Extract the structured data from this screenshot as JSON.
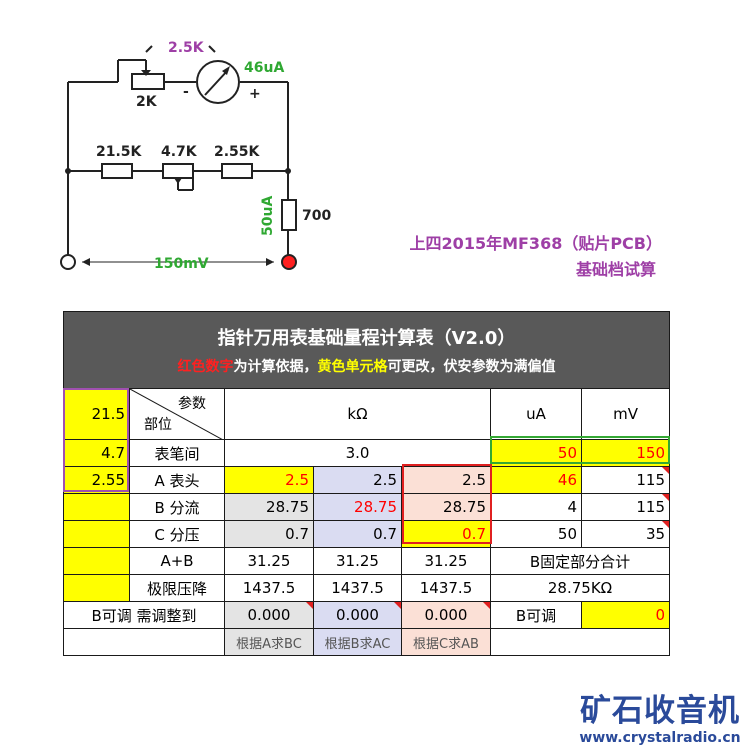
{
  "schematic": {
    "pot_top_label": "2.5K",
    "meter_current": "46uA",
    "pot_label": "2K",
    "meter_minus": "-",
    "meter_plus": "+",
    "r1_label": "21.5K",
    "r2_label": "4.7K",
    "r3_label": "2.55K",
    "shunt_current": "50uA",
    "shunt_label": "700",
    "voltage": "150mV"
  },
  "caption": {
    "line1": "上四2015年MF368（贴片PCB）",
    "line2": "基础档试算"
  },
  "table": {
    "title": "指针万用表基础量程计算表（V2.0）",
    "sub_red": "红色数字",
    "sub_mid": "为计算依据，",
    "sub_yellow": "黄色单元格",
    "sub_end": "可更改，伏安参数为满偏值",
    "param_label": "参数",
    "part_label": "部位",
    "unit_kohm": "kΩ",
    "unit_ua": "uA",
    "unit_mv": "mV",
    "left_inputs": [
      "21.5",
      "4.7",
      "2.55",
      "",
      "",
      "",
      ""
    ],
    "rows": [
      {
        "label": "表笔间",
        "kohm": "3.0",
        "ua": "50",
        "mv": "150"
      },
      {
        "label": "A 表头",
        "a": "2.5",
        "b": "2.5",
        "c": "2.5",
        "ua": "46",
        "mv": "115"
      },
      {
        "label": "B 分流",
        "a": "28.75",
        "b": "28.75",
        "c": "28.75",
        "ua": "4",
        "mv": "115"
      },
      {
        "label": "C 分压",
        "a": "0.7",
        "b": "0.7",
        "c": "0.7",
        "ua": "50",
        "mv": "35"
      }
    ],
    "apb_label": "A+B",
    "apb": [
      "31.25",
      "31.25",
      "31.25"
    ],
    "limit_label": "极限压降",
    "limit": [
      "1437.5",
      "1437.5",
      "1437.5"
    ],
    "b_fixed_label": "B固定部分合计",
    "b_fixed_value": "28.75KΩ",
    "badj_label": "B可调 需调整到",
    "badj": [
      "0.000",
      "0.000",
      "0.000"
    ],
    "badj_right_label": "B可调",
    "badj_right_value": "0",
    "notes": [
      "根据A求BC",
      "根据B求AC",
      "根据C求AB"
    ]
  },
  "logo": {
    "name": "矿石收音机",
    "url": "www.crystalradio.cn"
  },
  "colors": {
    "header_bg": "#595959",
    "yellow": "#ffff00",
    "gray": "#e4e4e4",
    "blue": "#dadcf2",
    "peach": "#fbe0d6",
    "purple": "#9e3fa6",
    "green": "#2fa832",
    "logo_blue": "#2a4a9a"
  }
}
